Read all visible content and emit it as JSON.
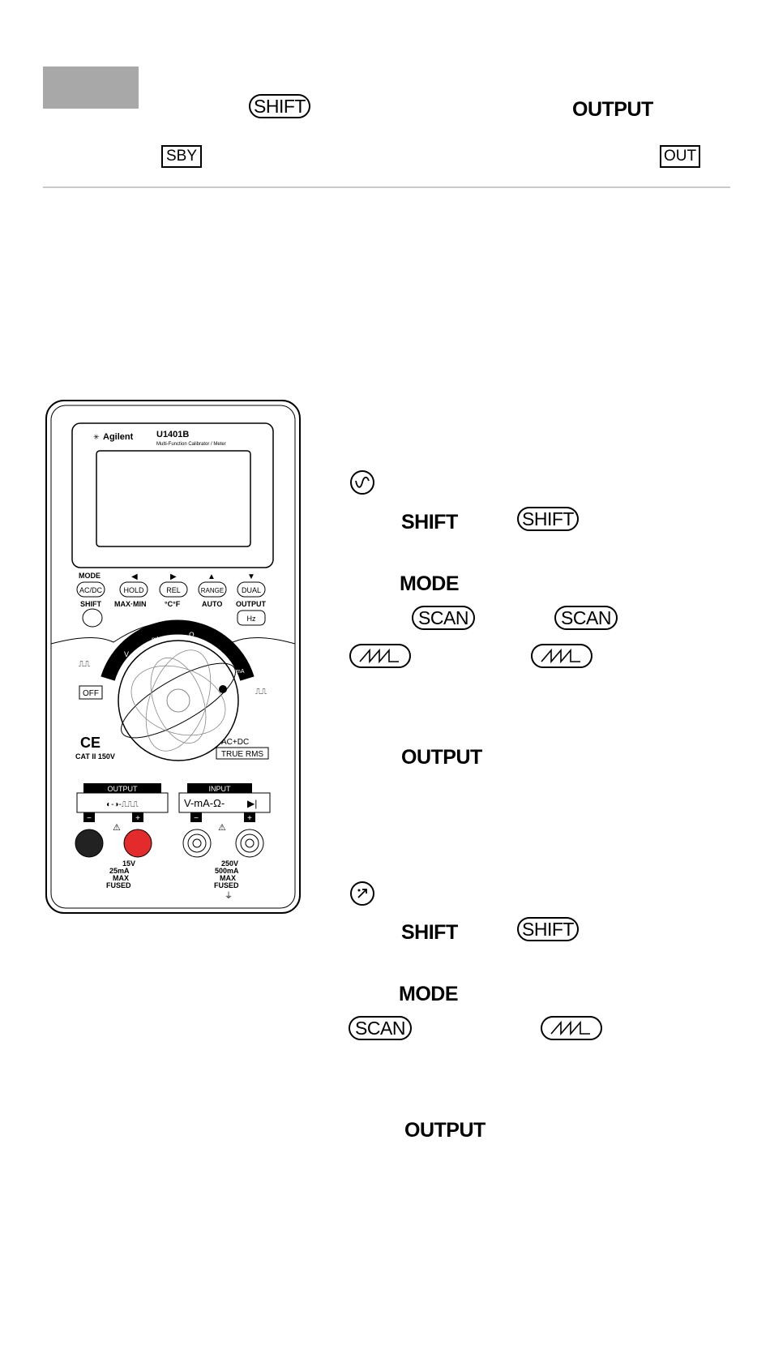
{
  "header": {
    "shift_key": "SHIFT",
    "output_label": "OUTPUT",
    "sby_annunciator": "SBY",
    "out_annunciator": "OUT"
  },
  "meter": {
    "brand": "Agilent",
    "model": "U1401B",
    "subtitle": "Multi-Function Calibrator / Meter",
    "keys": {
      "mode_top": "MODE",
      "acdc": "AC/DC",
      "shift": "SHIFT",
      "hold": "HOLD",
      "maxmin": "MAX·MIN",
      "rel": "REL",
      "cf": "°C°F",
      "range": "RANGE",
      "auto": "AUTO",
      "dual": "DUAL",
      "output": "OUTPUT",
      "hz": "Hz"
    },
    "dial": {
      "off": "OFF",
      "v": "V",
      "mv": "mV",
      "ohm": "Ω",
      "ma": "mA"
    },
    "ce": "CE",
    "cat": "CAT II 150V",
    "acdc_mark": "AC+DC",
    "true_rms": "TRUE RMS",
    "output_panel": {
      "title": "OUTPUT",
      "minus": "−",
      "plus": "+",
      "spec1": "15V",
      "spec2": "25mA",
      "spec3": "MAX",
      "spec4": "FUSED"
    },
    "input_panel": {
      "title": "INPUT",
      "functions": "V-mA-Ω-",
      "minus": "−",
      "plus": "+",
      "spec1": "250V",
      "spec2": "500mA",
      "spec3": "MAX",
      "spec4": "FUSED"
    }
  },
  "steps": {
    "voltage": {
      "shift_label": "SHIFT",
      "shift_key": "SHIFT",
      "mode_label": "MODE",
      "scan_a": "SCAN",
      "scan_b": "SCAN",
      "output_label": "OUTPUT"
    },
    "current": {
      "shift_label": "SHIFT",
      "shift_key": "SHIFT",
      "mode_label": "MODE",
      "scan": "SCAN",
      "output_label": "OUTPUT"
    }
  }
}
